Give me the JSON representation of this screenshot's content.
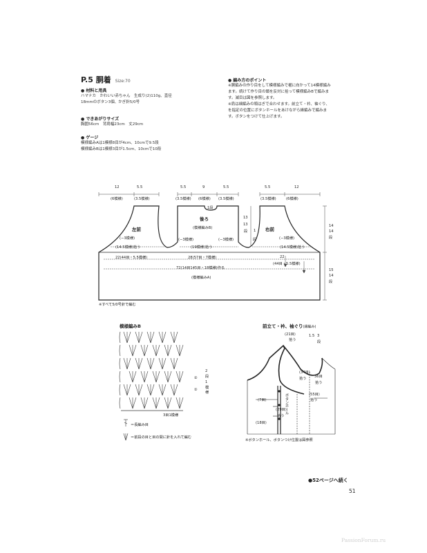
{
  "title": "P.5 胴着",
  "size_label": "Size:70",
  "sections": {
    "materials": {
      "heading": "材料と用具",
      "lines": [
        "ハマナカ　かわいい赤ちゃん　生成り(2)110g、直径",
        "18mmのボタン3個、かぎ針5/0号"
      ]
    },
    "finished": {
      "heading": "できあがりサイズ",
      "lines": [
        "胸囲56cm　背肩幅23cm　丈29cm"
      ]
    },
    "gauge": {
      "heading": "ゲージ",
      "lines": [
        "模様編みAは1模様8目が4cm、10cmで9.5段",
        "模様編みBは1模様3目が1.5cm、10cmで10段"
      ]
    },
    "points": {
      "heading": "編み方のポイント",
      "lines": [
        "※胴編みの作り目をして模様編みで裾に向かって14模様編み",
        "ます。続けて作り目の鎖を反対に拾って模様編みBで編みま",
        "す。減目は図を参照します。",
        "※肩は細編みの頭はぎで合わせます。前立て・衿、袖ぐり、",
        "を指定の位置にボタンホールをあけながら縁編みで編みま",
        "す。ボタンをつけて仕上げます。"
      ]
    }
  },
  "diagram_main": {
    "top_dims": [
      "12",
      "5.5",
      "5.5",
      "9",
      "5.5",
      "5.5",
      "12"
    ],
    "top_counts": [
      "(6模様)",
      "(3.5模様)",
      "(3.5模様)",
      "(6模様)",
      "(3.5模様)",
      "(3.5模様)",
      "(6模様)"
    ],
    "left_front": "左前",
    "right_front": "右前",
    "back": "後ろ",
    "pattern_b": "(模様編みB)",
    "pattern_a": "(模様編みA)",
    "one_row": "1段",
    "minus3": "(−3模様)",
    "pick_145": "(14.5模様)拾う",
    "pick_19": "(19模様)拾う",
    "dim_22_left": "22(44目・5.5模様)",
    "dim_28": "28(57目・7模様)",
    "dim_22_right": "22",
    "dim_22_right_sub": "(44目・5.5模様)",
    "dim_72": "72(14目145目・18模様)作る",
    "dim_13a": "13",
    "dim_13b": "13",
    "dim_13c": "段",
    "dim_1": "1",
    "dim_1b": "段",
    "dim_14a": "14",
    "dim_14b": "14",
    "dim_14c": "段",
    "dim_15a": "15",
    "dim_15b": "14",
    "dim_15c": "段",
    "note": "※すべて5/0号針で編む"
  },
  "diagram_b": {
    "title": "模様編みB",
    "row2": "②",
    "row1": "①",
    "side_label_a": "2",
    "side_label_b": "段",
    "side_label_c": "1",
    "side_label_d": "模",
    "side_label_e": "様",
    "bottom": "3目1模様",
    "legend1": "＝長編み目",
    "legend2": "＝前段の目と目の間に針を入れて編む"
  },
  "diagram_front": {
    "title": "前立て・衿、袖ぐり",
    "title_sub": "(縁編み)",
    "c21": "(21目)",
    "c21b": "拾う",
    "c15": "1.5",
    "c3": "3",
    "c3b": "段",
    "c34": "(34目)",
    "c34b": "拾う",
    "c36": "36目",
    "c36b": "拾う",
    "c7": "(7目)",
    "c29": "(29目)",
    "c29b": "拾う",
    "c18": "(18目)",
    "c55": "(55目)",
    "c55b": "拾う",
    "buttonhole": "ボタンホール",
    "note": "※ボタンホール、ボタンつけ位置は図参照"
  },
  "continue": "●52ページへ続く",
  "page_number": "51",
  "watermark": "PassionForum.ru"
}
